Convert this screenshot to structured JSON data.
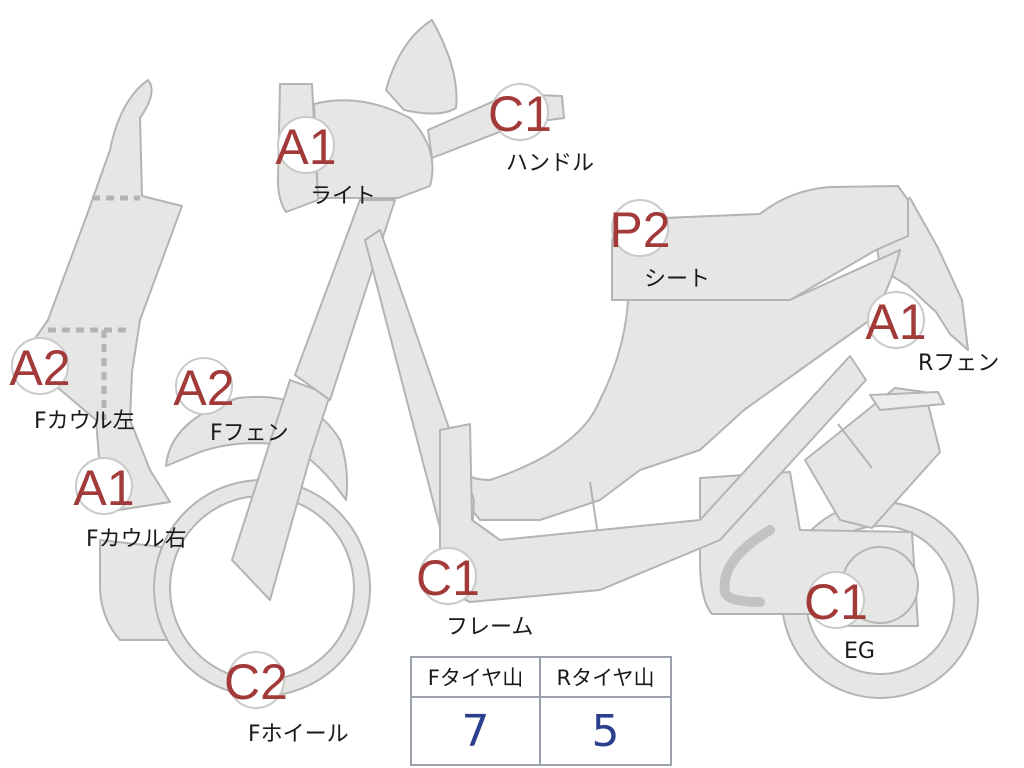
{
  "parts": [
    {
      "id": "light",
      "grade": "A1",
      "label": "ライト"
    },
    {
      "id": "handle",
      "grade": "C1",
      "label": "ハンドル"
    },
    {
      "id": "seat",
      "grade": "P2",
      "label": "シート"
    },
    {
      "id": "r-fender",
      "grade": "A1",
      "label": "Rフェン"
    },
    {
      "id": "f-cowl-left",
      "grade": "A2",
      "label": "Fカウル左"
    },
    {
      "id": "f-fender",
      "grade": "A2",
      "label": "Fフェン"
    },
    {
      "id": "f-cowl-right",
      "grade": "A1",
      "label": "Fカウル右"
    },
    {
      "id": "frame",
      "grade": "C1",
      "label": "フレーム"
    },
    {
      "id": "engine",
      "grade": "C1",
      "label": "EG"
    },
    {
      "id": "f-wheel",
      "grade": "C2",
      "label": "Fホイール"
    }
  ],
  "tire_tread": {
    "front_header": "Fタイヤ山",
    "rear_header": "Rタイヤ山",
    "front_value": "7",
    "rear_value": "5"
  },
  "colors": {
    "grade_text": "#a33a3a",
    "tread_value": "#2b3f8e",
    "body_fill": "#e6e6e4",
    "outline": "#b4b4b2"
  }
}
